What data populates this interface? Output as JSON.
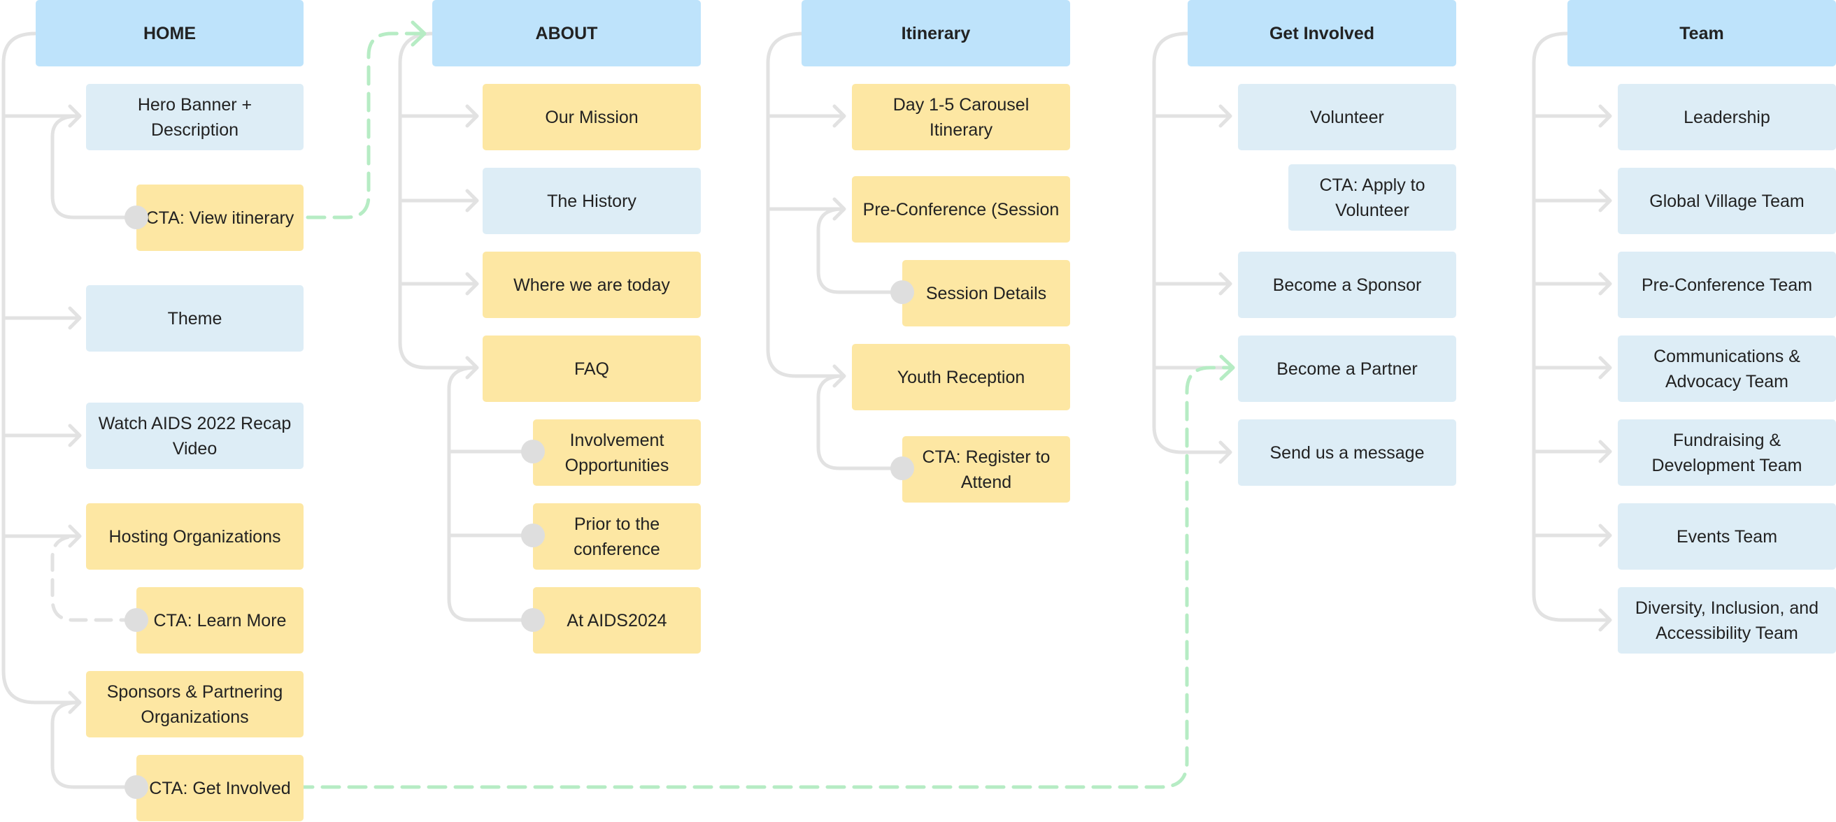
{
  "columns": [
    {
      "header": "HOME",
      "items": [
        "Hero Banner + Description",
        "CTA: View itinerary",
        "Theme",
        "Watch AIDS 2022 Recap Video",
        "Hosting Organizations",
        "CTA: Learn More",
        "Sponsors & Partnering Organizations",
        "CTA: Get Involved"
      ]
    },
    {
      "header": "ABOUT",
      "items": [
        "Our Mission",
        "The History",
        "Where we are today",
        "FAQ",
        "Involvement Opportunities",
        "Prior to the conference",
        "At AIDS2024"
      ]
    },
    {
      "header": "Itinerary",
      "items": [
        "Day 1-5 Carousel Itinerary",
        "Pre-Conference (Session",
        "Session Details",
        "Youth Reception",
        "CTA: Register to Attend"
      ]
    },
    {
      "header": "Get Involved",
      "items": [
        "Volunteer",
        "CTA: Apply to Volunteer",
        "Become a Sponsor",
        "Become a Partner",
        "Send us a message"
      ]
    },
    {
      "header": "Team",
      "items": [
        "Leadership",
        "Global Village Team",
        "Pre-Conference Team",
        "Communications & Advocacy Team",
        "Fundraising & Development Team",
        "Events Team",
        "Diversity, Inclusion, and Accessibility Team"
      ]
    }
  ],
  "colors": {
    "header_fill": "#bee3fb",
    "page_fill": "#ddedf6",
    "cta_fill": "#fde7a3",
    "connector": "#e2e2e2",
    "cross_link": "#b6ecc4"
  }
}
